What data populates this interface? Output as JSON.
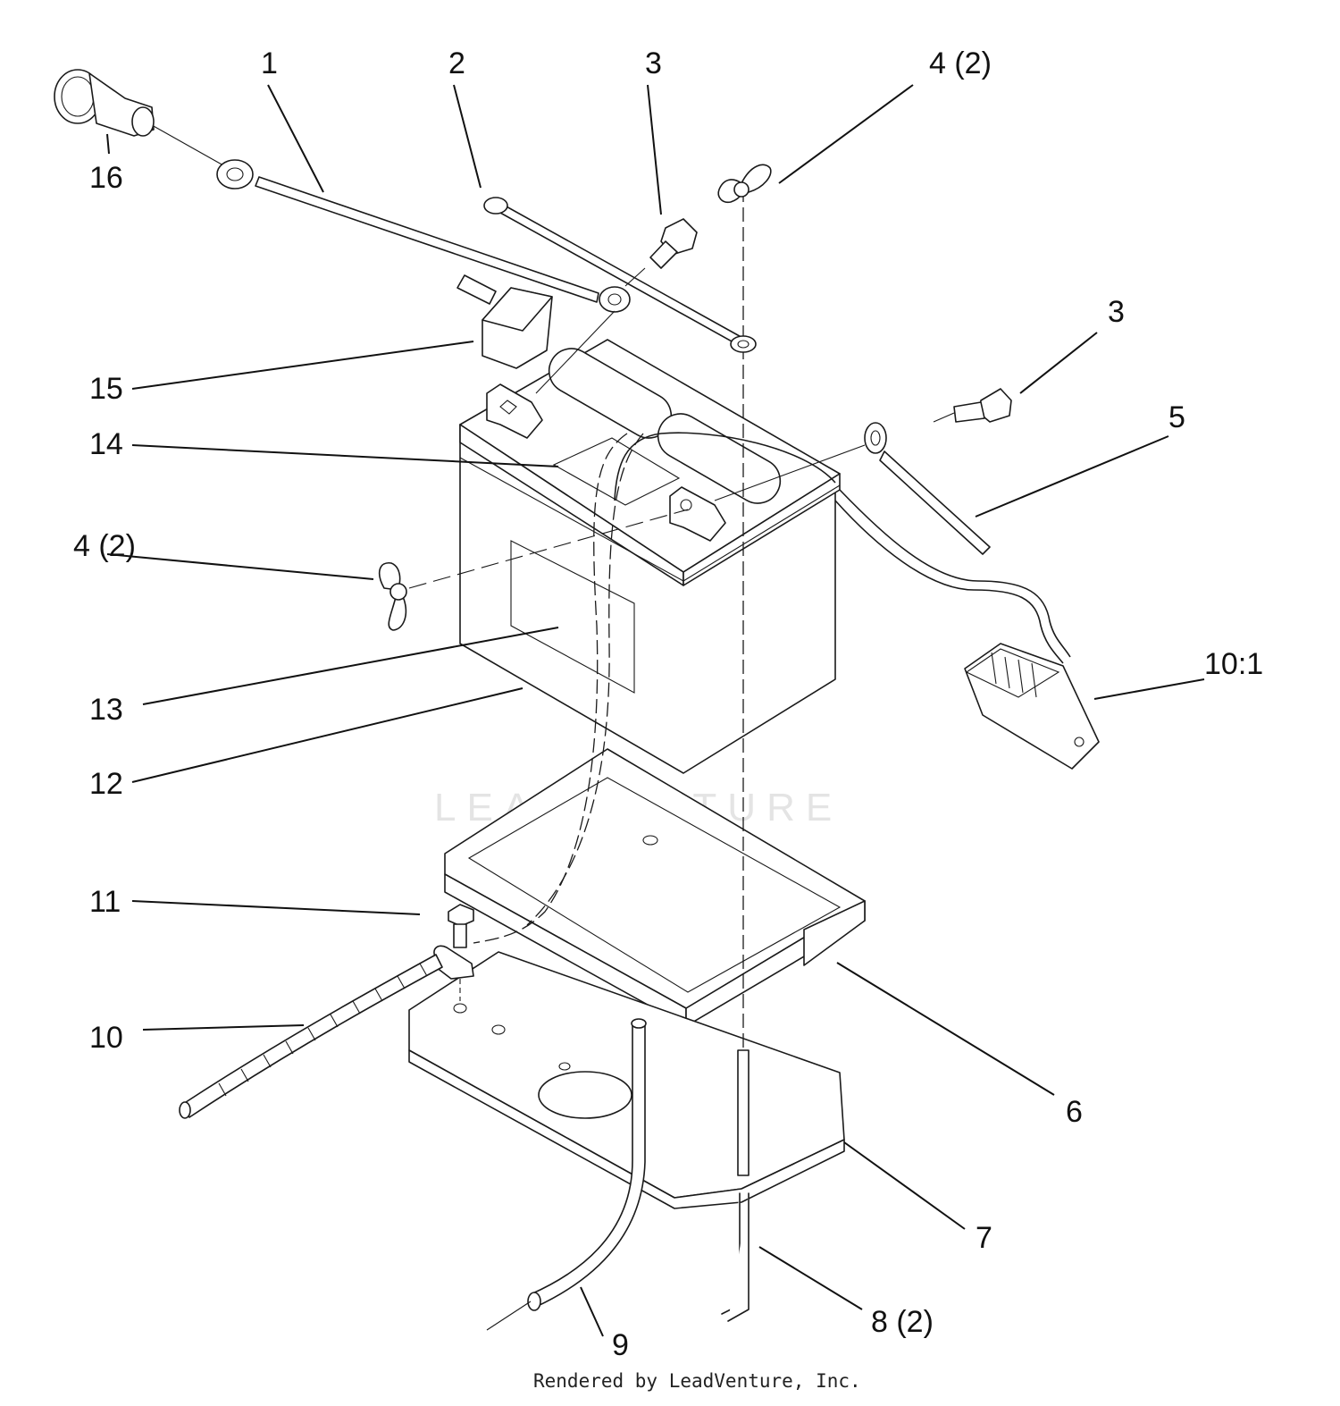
{
  "callouts": [
    {
      "id": "1",
      "label": "1"
    },
    {
      "id": "2",
      "label": "2"
    },
    {
      "id": "3a",
      "label": "3"
    },
    {
      "id": "4a",
      "label": "4 (2)"
    },
    {
      "id": "16",
      "label": "16"
    },
    {
      "id": "3b",
      "label": "3"
    },
    {
      "id": "15",
      "label": "15"
    },
    {
      "id": "5",
      "label": "5"
    },
    {
      "id": "14",
      "label": "14"
    },
    {
      "id": "4b",
      "label": "4 (2)"
    },
    {
      "id": "10-1",
      "label": "10:1"
    },
    {
      "id": "13",
      "label": "13"
    },
    {
      "id": "12",
      "label": "12"
    },
    {
      "id": "11",
      "label": "11"
    },
    {
      "id": "10",
      "label": "10"
    },
    {
      "id": "6",
      "label": "6"
    },
    {
      "id": "7",
      "label": "7"
    },
    {
      "id": "8",
      "label": "8 (2)"
    },
    {
      "id": "9",
      "label": "9"
    }
  ],
  "watermark": "LEADVENTURE",
  "credit": "Rendered by LeadVenture, Inc."
}
